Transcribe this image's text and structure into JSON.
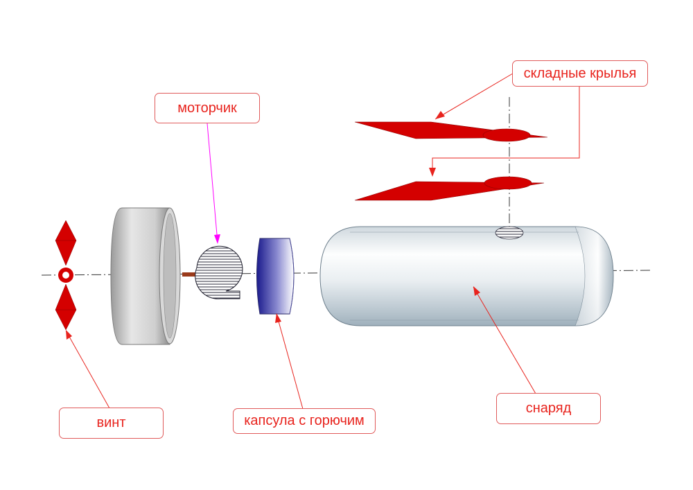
{
  "labels": {
    "wings": "складные крылья",
    "motor": "моторчик",
    "propeller": "винт",
    "capsule": "капсула с горючим",
    "shell": "снаряд"
  },
  "colors": {
    "label_text": "#e8231d",
    "label_border": "#e05a5a",
    "leader_red": "#e8231d",
    "leader_magenta": "#ff00ff",
    "part_red": "#d40000",
    "capsule_blue": "#1a1a8c"
  }
}
